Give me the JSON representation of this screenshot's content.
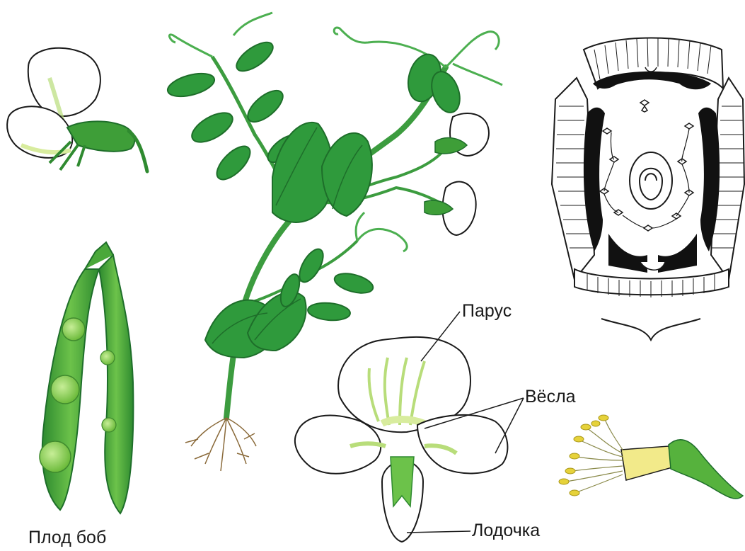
{
  "labels": {
    "parus": "Парус",
    "vesla": "Вёсла",
    "lodochka": "Лодочка",
    "plod": "Плод боб"
  },
  "colors": {
    "leaf": "#2f9a3c",
    "leaf_dark": "#1e6e2a",
    "stem": "#3c9c3f",
    "tendril": "#4caf50",
    "petal": "#ffffff",
    "petal_tint": "#c6e88a",
    "pod": "#56b23d",
    "pea": "#8ed15a",
    "anther": "#e6d23a",
    "root": "#8a6a3a",
    "ink": "#1a1a1a"
  },
  "icons": [
    "pea-plant-illustration",
    "flower-side-view",
    "pea-pod",
    "flower-diagram",
    "flower-dissection",
    "stamen-tube"
  ]
}
